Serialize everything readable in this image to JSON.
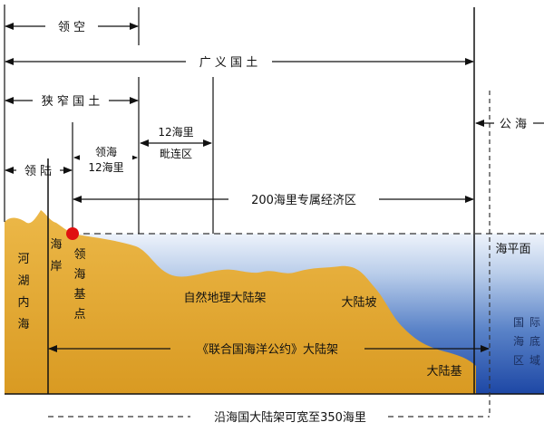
{
  "labels": {
    "territorial_airspace": "领 空",
    "broad_territory": "广 义 国 土",
    "narrow_territory": "狭 窄 国 土",
    "contiguous_zone_line1": "12海里",
    "contiguous_zone_line2": "毗连区",
    "territorial_sea_line1": "领海",
    "territorial_sea_line2": "12海里",
    "land_territory": "领 陆",
    "eez": "200海里专属经济区",
    "high_seas": "公 海",
    "sea_level": "海平面",
    "river_lake_inland_sea": [
      "河",
      "湖",
      "内",
      "海"
    ],
    "coast": [
      "海",
      "岸"
    ],
    "baseline_point": [
      "领",
      "海",
      "基",
      "点"
    ],
    "natural_shelf": "自然地理大陆架",
    "continental_slope": "大陆坡",
    "unclos_shelf": "《联合国海洋公约》大陆架",
    "continental_rise": "大陆基",
    "intl_seabed": [
      "国",
      "际",
      "海",
      "底",
      "区",
      "域"
    ],
    "shelf_limit": "沿海国大陆架可宽至350海里"
  },
  "colors": {
    "land": "#e3a531",
    "sea_top": "#e6edf8",
    "sea_bottom": "#1e4aa8",
    "baseline_point": "#e01010",
    "line": "#111111"
  }
}
